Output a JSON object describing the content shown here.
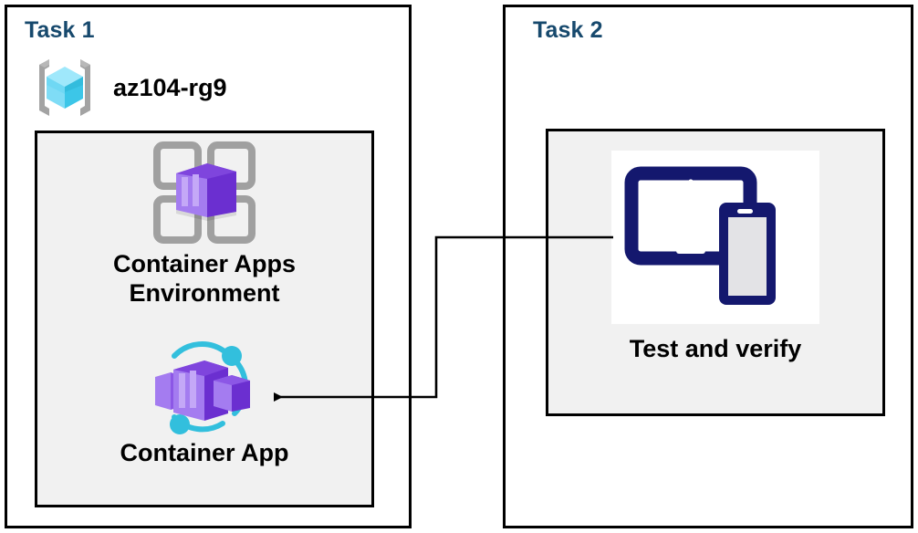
{
  "diagram": {
    "title": "Azure Container Apps task diagram",
    "background": "#ffffff"
  },
  "colors": {
    "task_title": "#17496d",
    "panel_border": "#000000",
    "inner_box_fill": "#f1f1f1",
    "label_text": "#000000",
    "resource_group_cube_light": "#9fe8fb",
    "resource_group_cube_mid": "#4fd2f0",
    "resource_group_cube_dark": "#2bb5d4",
    "resource_group_bracket": "#a3a3a3",
    "container_purple_light": "#a47cf0",
    "container_purple_mid": "#9059e8",
    "container_purple_dark": "#6b2fd0",
    "environment_frame_gray": "#a0a0a0",
    "container_app_arc": "#32bfdd",
    "device_navy": "#14186e",
    "device_screen_gray": "#e3e3e6",
    "connector": "#000000"
  },
  "panels": [
    {
      "id": "task1",
      "title": "Task 1",
      "resource_group": {
        "icon": "azure-resource-group-icon",
        "label": "az104-rg9"
      },
      "items": [
        {
          "icon": "container-apps-environment-icon",
          "label": "Container Apps\nEnvironment"
        },
        {
          "icon": "container-app-icon",
          "label": "Container App"
        }
      ]
    },
    {
      "id": "task2",
      "title": "Task 2",
      "items": [
        {
          "icon": "test-and-verify-devices-icon",
          "label": "Test and verify"
        }
      ]
    }
  ],
  "connector": {
    "name": "test-to-container-app-connector",
    "from": "Test and verify",
    "to": "Container App",
    "direction": "right-to-left",
    "arrowhead": "left",
    "style": "orthogonal-elbow"
  }
}
